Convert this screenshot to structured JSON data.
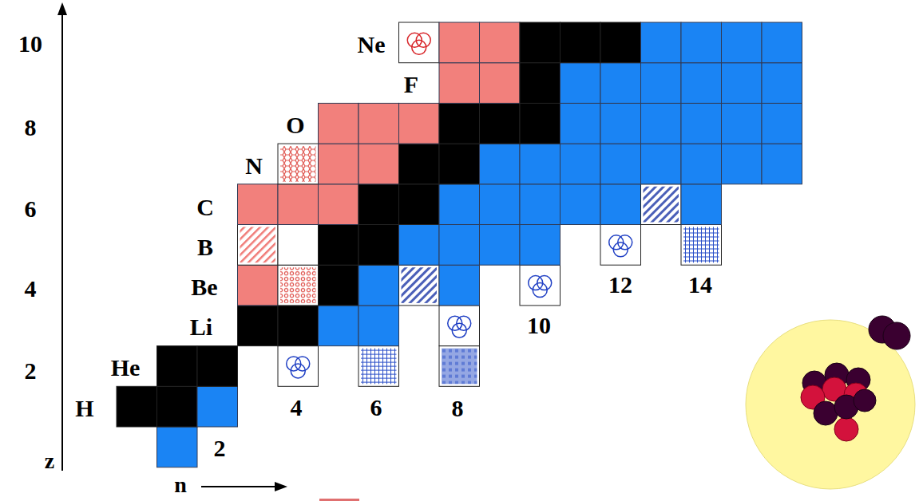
{
  "diagram": {
    "labels": [
      "10",
      "8",
      "6",
      "4",
      "2",
      "z",
      "Ne",
      "F",
      "O",
      "N",
      "C",
      "B",
      "Be",
      "Li",
      "He",
      "H",
      "2",
      "4",
      "6",
      "8",
      "10",
      "12",
      "14",
      "n"
    ]
  }
}
